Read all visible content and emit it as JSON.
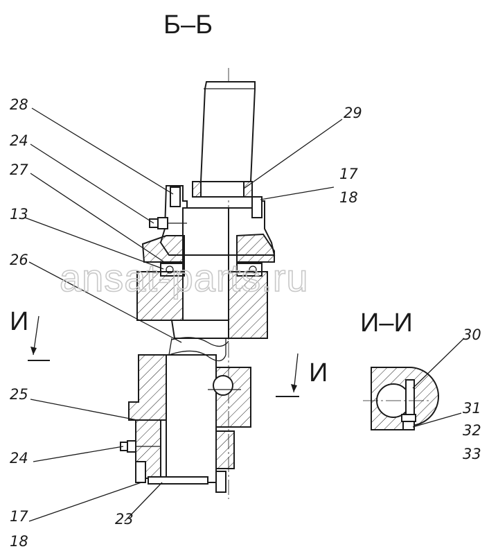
{
  "section_main": "Б–Б",
  "section_detail": "И–И",
  "view_marker": "И",
  "watermark": "ansat-parts.ru",
  "callouts": {
    "c28": "28",
    "c24_top": "24",
    "c27": "27",
    "c13": "13",
    "c26": "26",
    "c29": "29",
    "c17_top": "17",
    "c18_top": "18",
    "c25": "25",
    "c24_bottom": "24",
    "c17_bottom": "17",
    "c18_bottom": "18",
    "c23": "23",
    "c30": "30",
    "c31": "31",
    "c32": "32",
    "c33": "33"
  },
  "colors": {
    "line": "#1a1a1a",
    "watermark": "#c8c8c8",
    "background": "#ffffff"
  }
}
